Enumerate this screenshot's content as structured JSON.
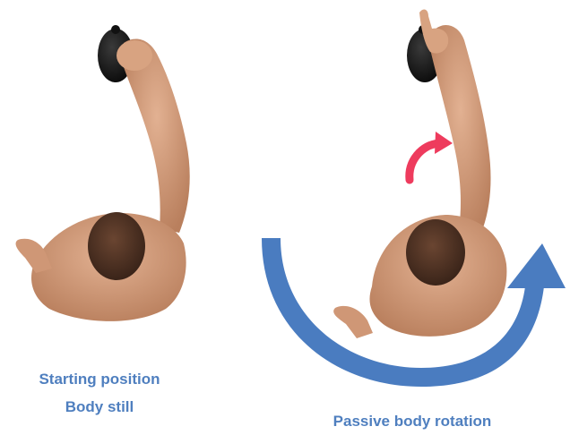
{
  "captions": {
    "left_line1": "Starting position",
    "left_line2": "Body still",
    "right": "Passive body rotation"
  },
  "colors": {
    "caption": "#4f7fbf",
    "rotation_arrow": "#4a7cc0",
    "forearm_arrow": "#ee3b5d",
    "skin": "#d6a07e",
    "skin_shadow": "#b97f5d",
    "hair": "#4a2e21",
    "kettlebell": "#141414"
  },
  "icons": {
    "body_rotation": "large-curved-arrow-icon",
    "forearm_rotation": "small-curved-arrow-icon"
  }
}
